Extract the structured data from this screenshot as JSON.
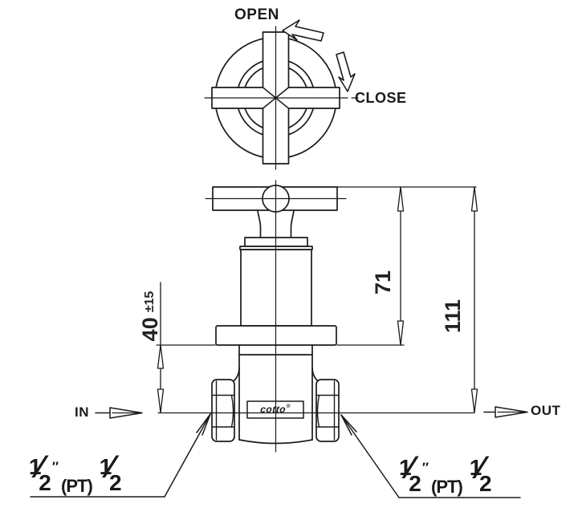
{
  "top_view": {
    "open_label": "OPEN",
    "close_label": "CLOSE"
  },
  "flow": {
    "in_label": "IN",
    "out_label": "OUT"
  },
  "brand": {
    "name": "cotto",
    "registered_mark": "®"
  },
  "dimensions": {
    "dim_71": {
      "value": "71"
    },
    "dim_111": {
      "value": "111"
    },
    "dim_40": {
      "value": "40",
      "tolerance": "±15"
    }
  },
  "ports": {
    "left": {
      "numerator": "1",
      "fraction_slash": "⁄",
      "denominator": "2",
      "inch_mark": "″",
      "thread_type": "(PT)",
      "numerator2": "1",
      "denominator2": "2"
    },
    "right": {
      "numerator": "1",
      "fraction_slash": "⁄",
      "denominator": "2",
      "inch_mark": "″",
      "thread_type": "(PT)",
      "numerator2": "1",
      "denominator2": "2"
    }
  },
  "colors": {
    "line": "#1a1a1a",
    "background": "#ffffff"
  }
}
